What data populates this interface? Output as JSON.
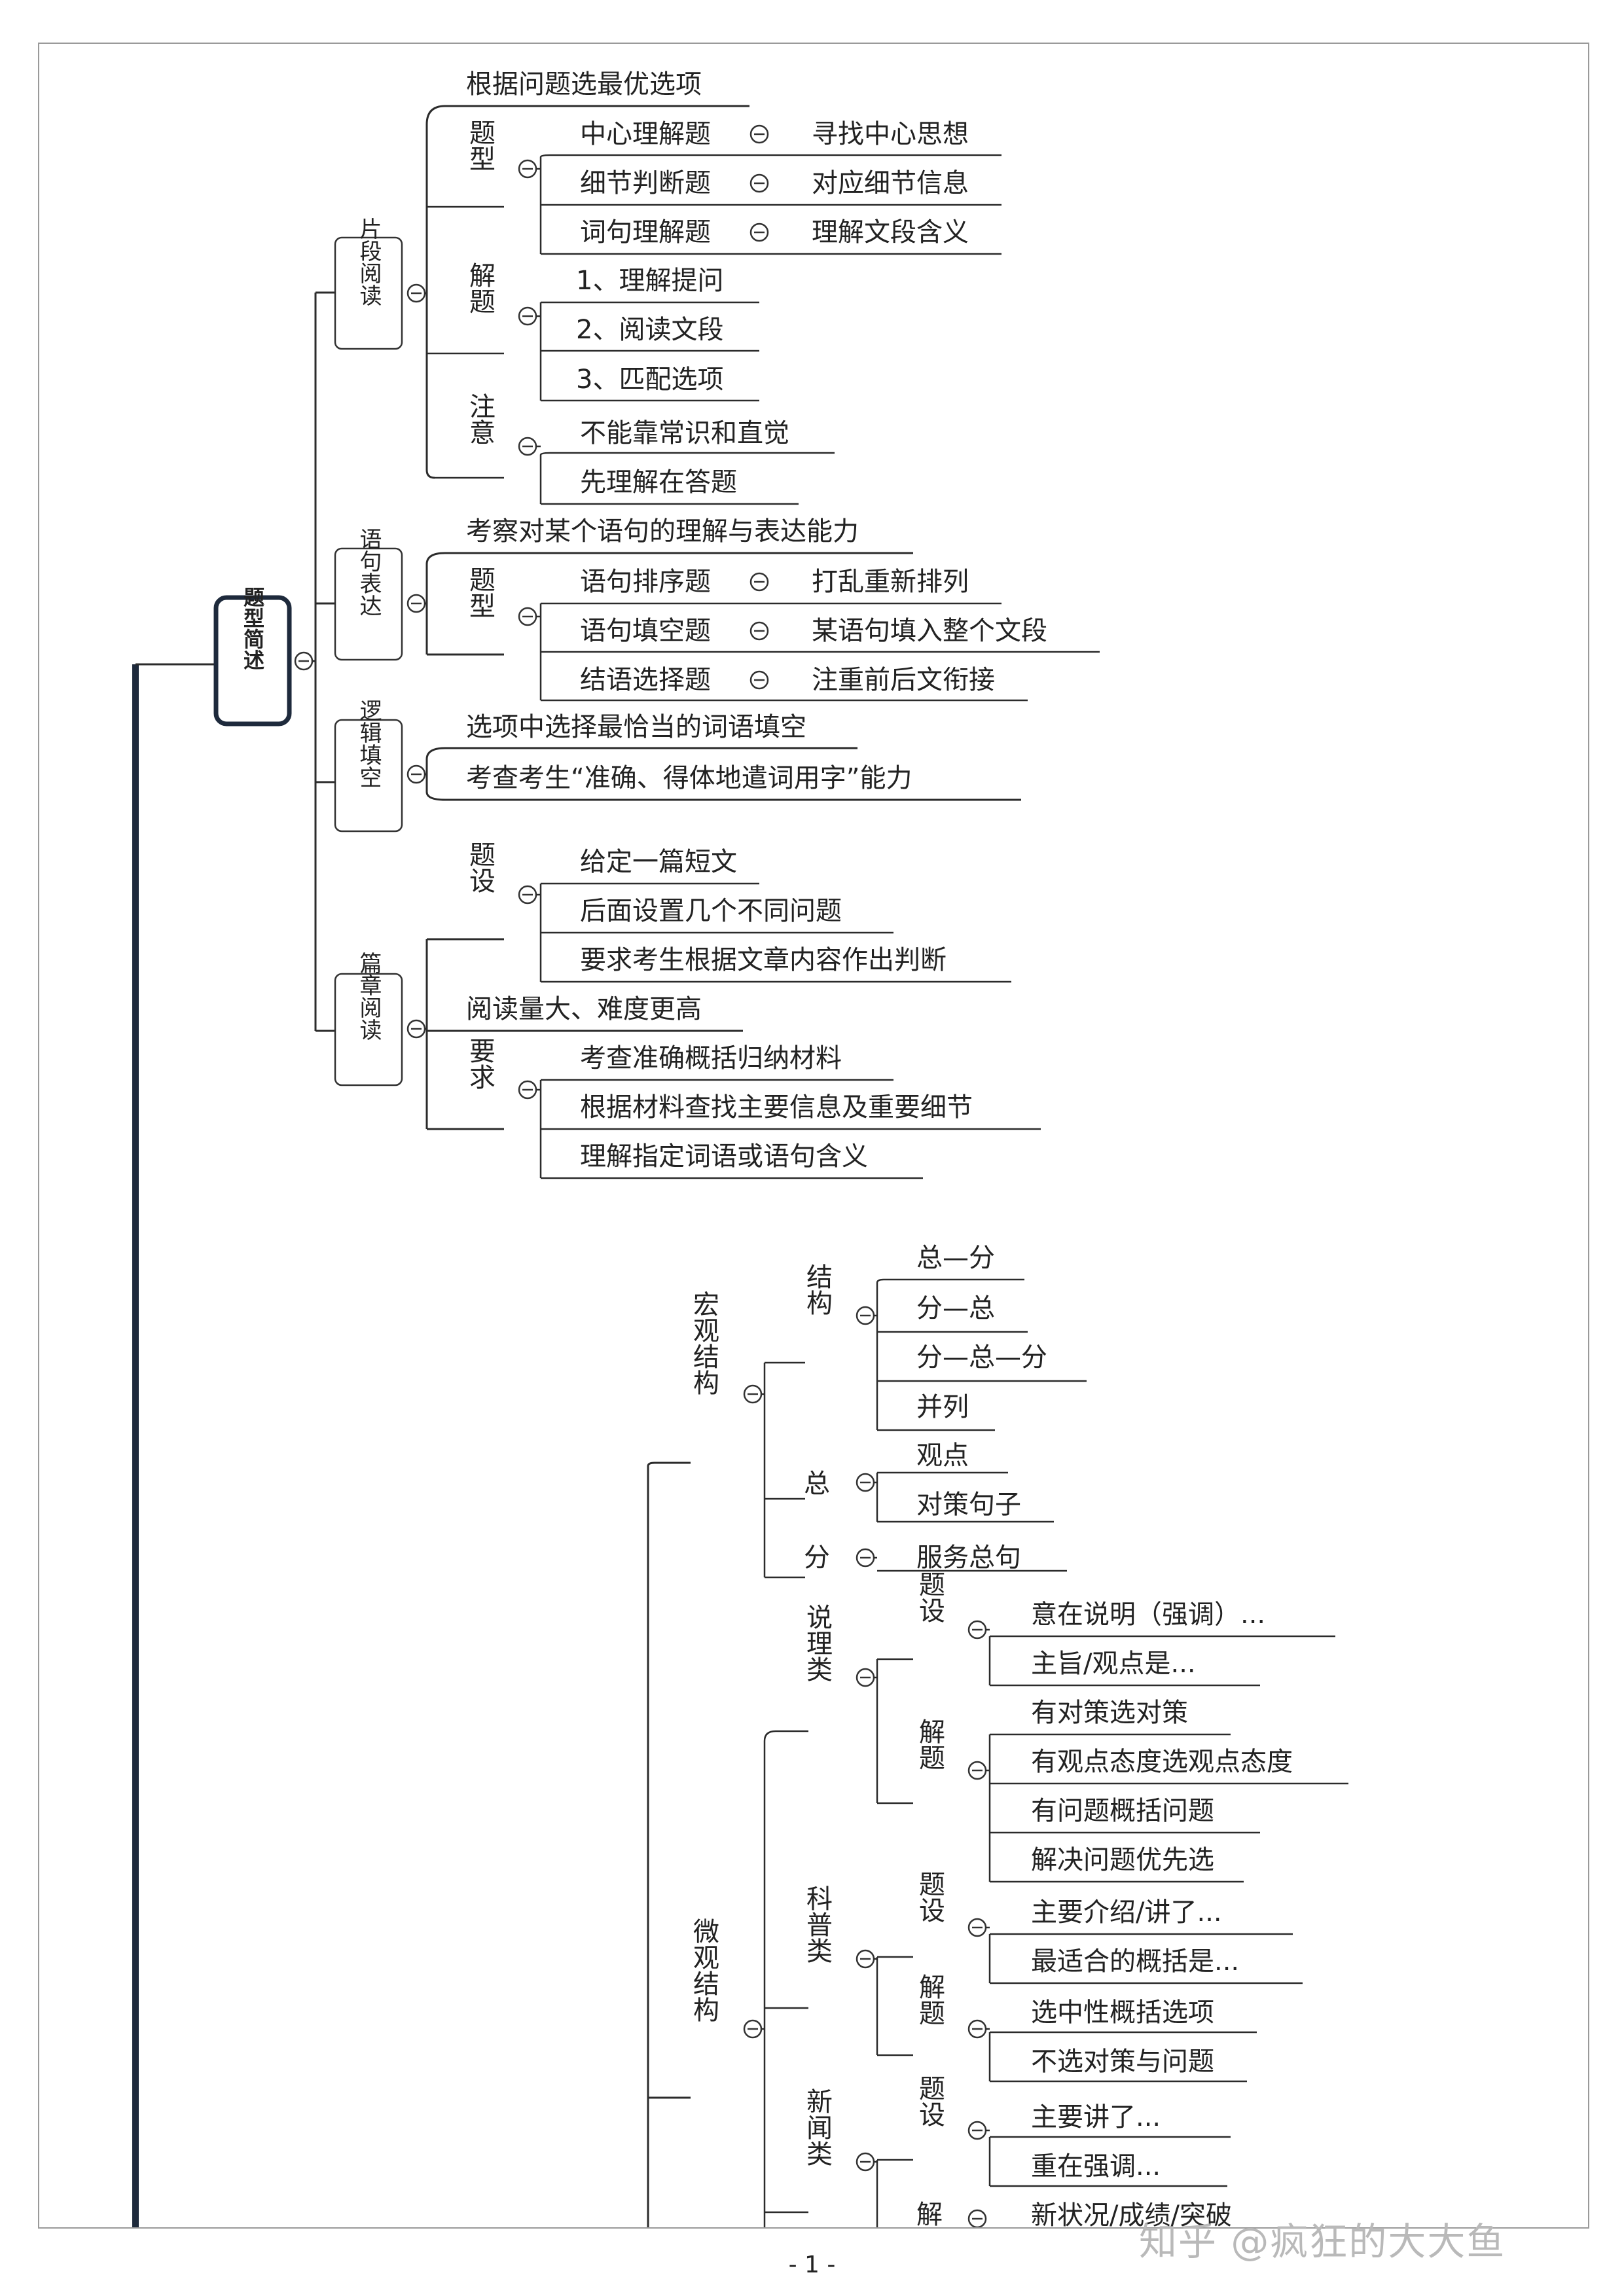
{
  "page_number": "- 1 -",
  "watermark": "知乎 @疯狂的大大鱼",
  "mindmap": {
    "root": "题型简述",
    "branches": [
      {
        "label": "片段阅读",
        "children": [
          {
            "text": "根据问题选最优选项"
          },
          {
            "label": "题型",
            "items": [
              {
                "text": "中心理解题",
                "detail": "寻找中心思想"
              },
              {
                "text": "细节判断题",
                "detail": "对应细节信息"
              },
              {
                "text": "词句理解题",
                "detail": "理解文段含义"
              }
            ]
          },
          {
            "label": "解题",
            "items": [
              {
                "text": "1、理解提问"
              },
              {
                "text": "2、阅读文段"
              },
              {
                "text": "3、匹配选项"
              }
            ]
          },
          {
            "label": "注意",
            "items": [
              {
                "text": "不能靠常识和直觉"
              },
              {
                "text": "先理解在答题"
              }
            ]
          }
        ]
      },
      {
        "label": "语句表达",
        "children": [
          {
            "text": "考察对某个语句的理解与表达能力"
          },
          {
            "label": "题型",
            "items": [
              {
                "text": "语句排序题",
                "detail": "打乱重新排列"
              },
              {
                "text": "语句填空题",
                "detail": "某语句填入整个文段"
              },
              {
                "text": "结语选择题",
                "detail": "注重前后文衔接"
              }
            ]
          }
        ]
      },
      {
        "label": "逻辑填空",
        "children": [
          {
            "text": "选项中选择最恰当的词语填空"
          },
          {
            "text": "考查考生“准确、得体地遣词用字”能力"
          }
        ]
      },
      {
        "label": "篇章阅读",
        "children": [
          {
            "label": "题设",
            "items": [
              {
                "text": "给定一篇短文"
              },
              {
                "text": "后面设置几个不同问题"
              },
              {
                "text": "要求考生根据文章内容作出判断"
              }
            ]
          },
          {
            "text": "阅读量大、难度更高"
          },
          {
            "label": "要求",
            "items": [
              {
                "text": "考查准确概括归纳材料"
              },
              {
                "text": "根据材料查找主要信息及重要细节"
              },
              {
                "text": "理解指定词语或语句含义"
              }
            ]
          }
        ]
      }
    ],
    "lower": {
      "macro": {
        "label": "宏观结构",
        "groups": [
          {
            "label": "结构",
            "items": [
              "总—分",
              "分—总",
              "分—总—分",
              "并列"
            ]
          },
          {
            "label": "总",
            "items": [
              "观点",
              "对策句子"
            ]
          },
          {
            "label": "分",
            "items": [
              "服务总句"
            ]
          }
        ]
      },
      "micro": {
        "label": "微观结构",
        "types": [
          {
            "label": "说理类",
            "groups": [
              {
                "label": "题设",
                "items": [
                  "意在说明（强调）...",
                  "主旨/观点是..."
                ]
              },
              {
                "label": "解题",
                "items": [
                  "有对策选对策",
                  "有观点态度选观点态度",
                  "有问题概括问题",
                  "解决问题优先选"
                ]
              }
            ]
          },
          {
            "label": "科普类",
            "groups": [
              {
                "label": "题设",
                "items": [
                  "主要介绍/讲了...",
                  "最适合的概括是..."
                ]
              },
              {
                "label": "解题",
                "items": [
                  "选中性概括选项",
                  "不选对策与问题"
                ]
              }
            ]
          },
          {
            "label": "新闻类",
            "groups": [
              {
                "label": "题设",
                "items": [
                  "主要讲了...",
                  "重在强调..."
                ]
              },
              {
                "label": "解",
                "items": [
                  "新状况/成绩/突破"
                ]
              }
            ]
          }
        ]
      }
    }
  }
}
